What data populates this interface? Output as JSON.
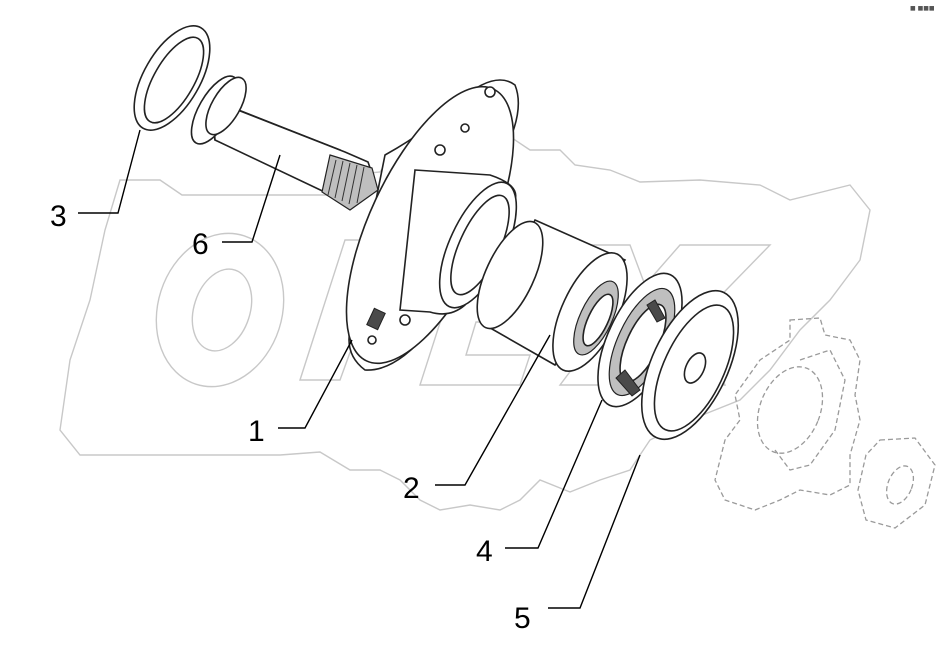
{
  "diagram": {
    "watermark": "OPEX",
    "corner_code": "■ ■■■",
    "callouts": {
      "c1": "1",
      "c2": "2",
      "c3": "3",
      "c4": "4",
      "c5": "5",
      "c6": "6"
    }
  },
  "colors": {
    "line": "#222222",
    "shade": "#bfbfbf",
    "watermark": "#c8c8c8",
    "ghost": "#9a9a9a"
  }
}
